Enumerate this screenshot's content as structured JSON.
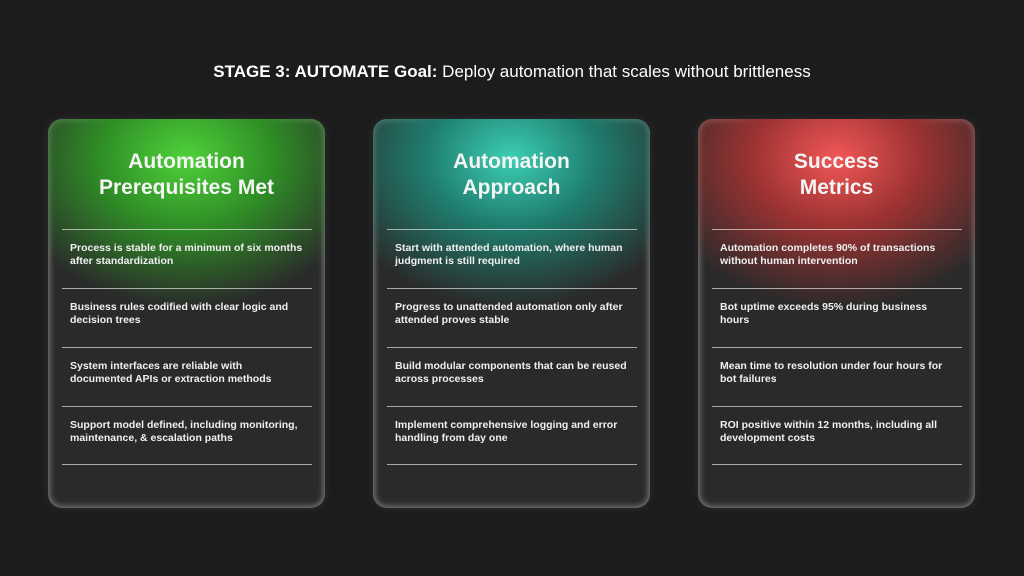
{
  "headline": {
    "stage": "STAGE 3: AUTOMATE Goal:",
    "goal": " Deploy automation that scales without brittleness"
  },
  "cards": [
    {
      "title_line1": "Automation",
      "title_line2": "Prerequisites Met",
      "accent": "#4fd13a",
      "items": [
        "Process is stable for a minimum of six months after standardization",
        "Business rules codified with clear logic and decision trees",
        "System interfaces are reliable with documented APIs or extraction methods",
        "Support model defined, including monitoring, maintenance, & escalation paths"
      ]
    },
    {
      "title_line1": "Automation",
      "title_line2": "Approach",
      "accent": "#3ccfb3",
      "items": [
        "Start with attended automation, where human judgment is still required",
        "Progress to unattended automation only after attended proves stable",
        "Build modular components that can be reused across processes",
        "Implement comprehensive logging and error handling from day one"
      ]
    },
    {
      "title_line1": "Success",
      "title_line2": "Metrics",
      "accent": "#f25757",
      "items": [
        "Automation completes 90% of transactions without human intervention",
        "Bot uptime exceeds 95% during business hours",
        "Mean time to resolution under four hours for bot failures",
        "ROI positive within 12 months, including all development costs"
      ]
    }
  ]
}
